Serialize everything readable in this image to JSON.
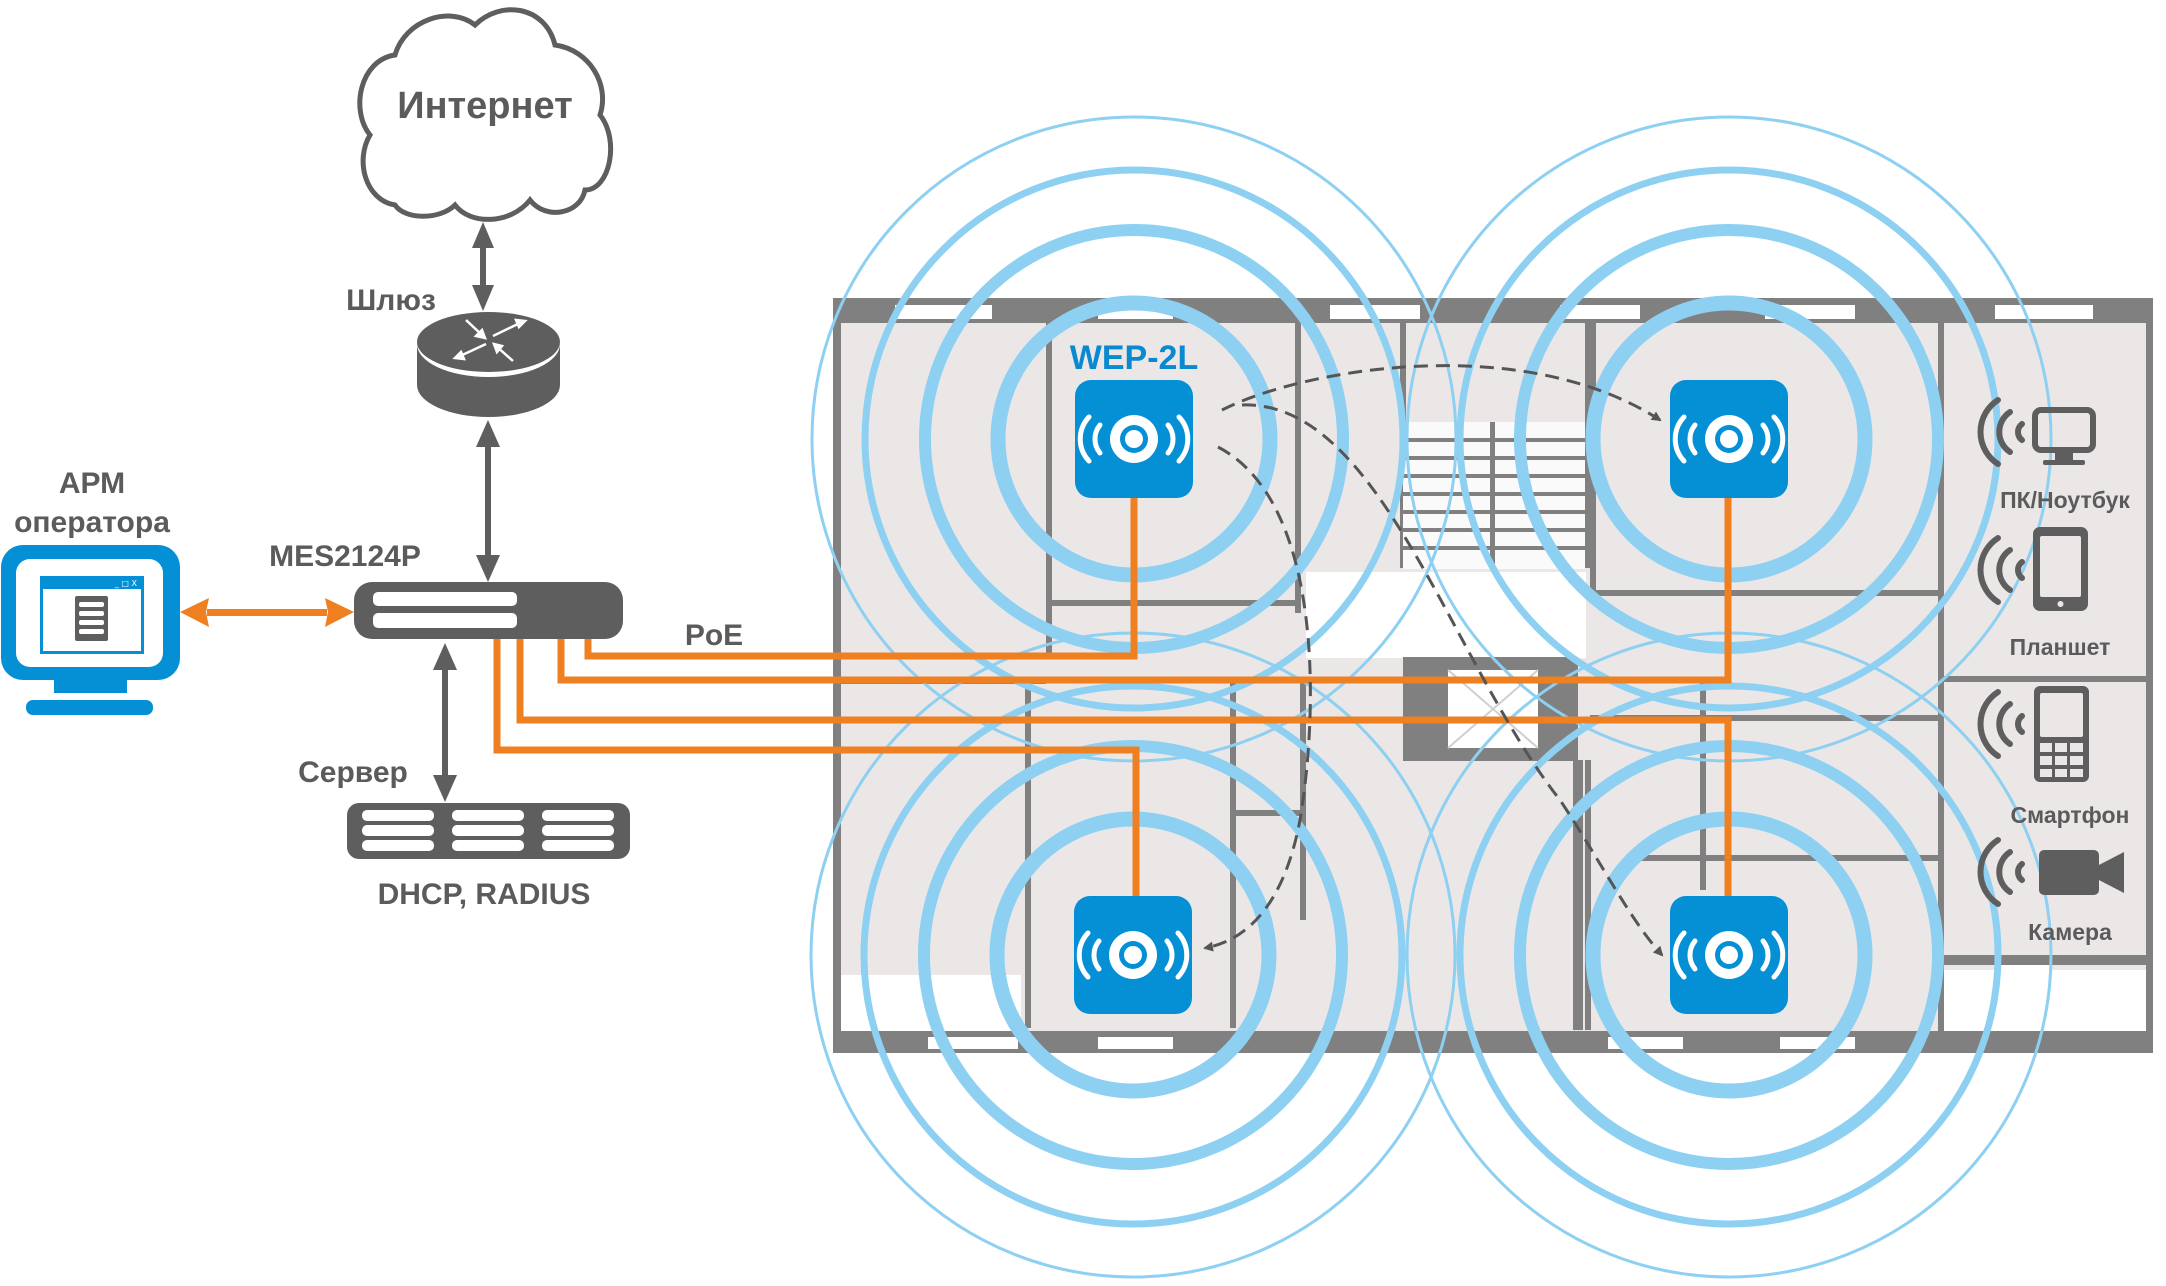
{
  "title": "Wi-Fi network diagram with WEP-2L access points",
  "colors": {
    "ap_blue": "#0590d5",
    "ring_blue": "#8dd0f2",
    "poe_orange": "#ee8021",
    "device_gray": "#5e5e5e",
    "floor": "#ebe7e7",
    "wall": "#808080"
  },
  "nodes": {
    "internet": {
      "label": "Интернет",
      "icon": "cloud-icon"
    },
    "gateway": {
      "label": "Шлюз",
      "icon": "router-icon"
    },
    "switch": {
      "label": "MES2124P",
      "icon": "switch-icon"
    },
    "operator": {
      "label_line1": "АРМ",
      "label_line2": "оператора",
      "icon": "monitor-icon"
    },
    "server": {
      "label": "Сервер",
      "sublabel": "DHCP, RADIUS",
      "icon": "server-icon"
    }
  },
  "links": {
    "poe_label": "PoE"
  },
  "access_points": {
    "model_label": "WEP-2L",
    "count": 4,
    "icon": "access-point-icon"
  },
  "clients": [
    {
      "label": "ПК/Ноутбук",
      "icon": "desktop-monitor-icon"
    },
    {
      "label": "Планшет",
      "icon": "tablet-icon"
    },
    {
      "label": "Смартфон",
      "icon": "smartphone-icon"
    },
    {
      "label": "Камера",
      "icon": "video-camera-icon"
    }
  ]
}
